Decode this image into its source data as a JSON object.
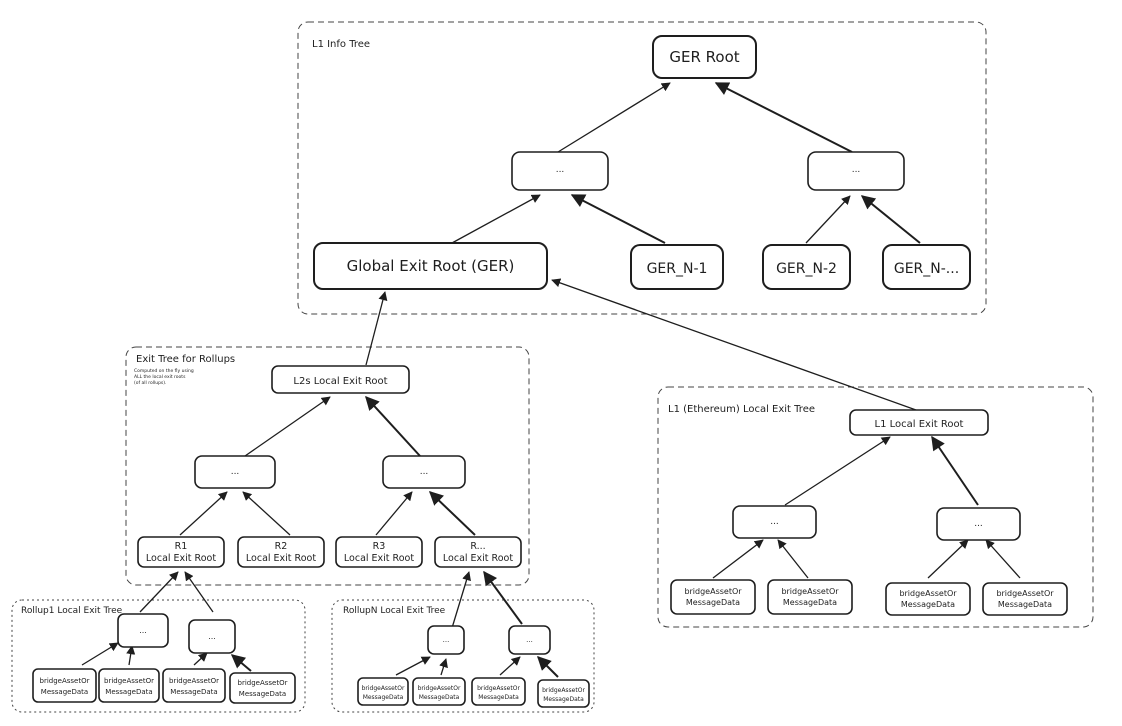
{
  "groups": {
    "l1_info_tree": "L1 Info Tree",
    "exit_tree_rollups": "Exit Tree for Rollups",
    "exit_tree_note": [
      "Computed on the fly using",
      "ALL the local exit roots",
      "(of all rollups)."
    ],
    "l1_local_exit_tree": "L1 (Ethereum) Local Exit Tree",
    "rollup1_local_exit_tree": "Rollup1 Local Exit Tree",
    "rollupN_local_exit_tree": "RollupN Local Exit Tree"
  },
  "nodes": {
    "ger_root": "GER Root",
    "info_mid_left": "...",
    "info_mid_right": "...",
    "global_exit_root": "Global Exit Root (GER)",
    "ger_n1": "GER_N-1",
    "ger_n2": "GER_N-2",
    "ger_ndots": "GER_N-...",
    "l2s_local_exit_root": "L2s Local Exit Root",
    "rollups_mid_left": "...",
    "rollups_mid_right": "...",
    "r1": [
      "R1",
      "Local Exit Root"
    ],
    "r2": [
      "R2",
      "Local Exit Root"
    ],
    "r3": [
      "R3",
      "Local Exit Root"
    ],
    "rdots": [
      "R...",
      "Local Exit Root"
    ],
    "l1_local_exit_root": "L1 Local Exit Root",
    "l1_mid_left": "...",
    "l1_mid_right": "...",
    "l1_leaf": [
      "bridgeAssetOr",
      "MessageData"
    ],
    "r1_mid_left": "...",
    "r1_mid_right": "...",
    "rollup_leaf": [
      "bridgeAssetOr",
      "MessageData"
    ],
    "rn_mid_left": "...",
    "rn_mid_right": "..."
  }
}
